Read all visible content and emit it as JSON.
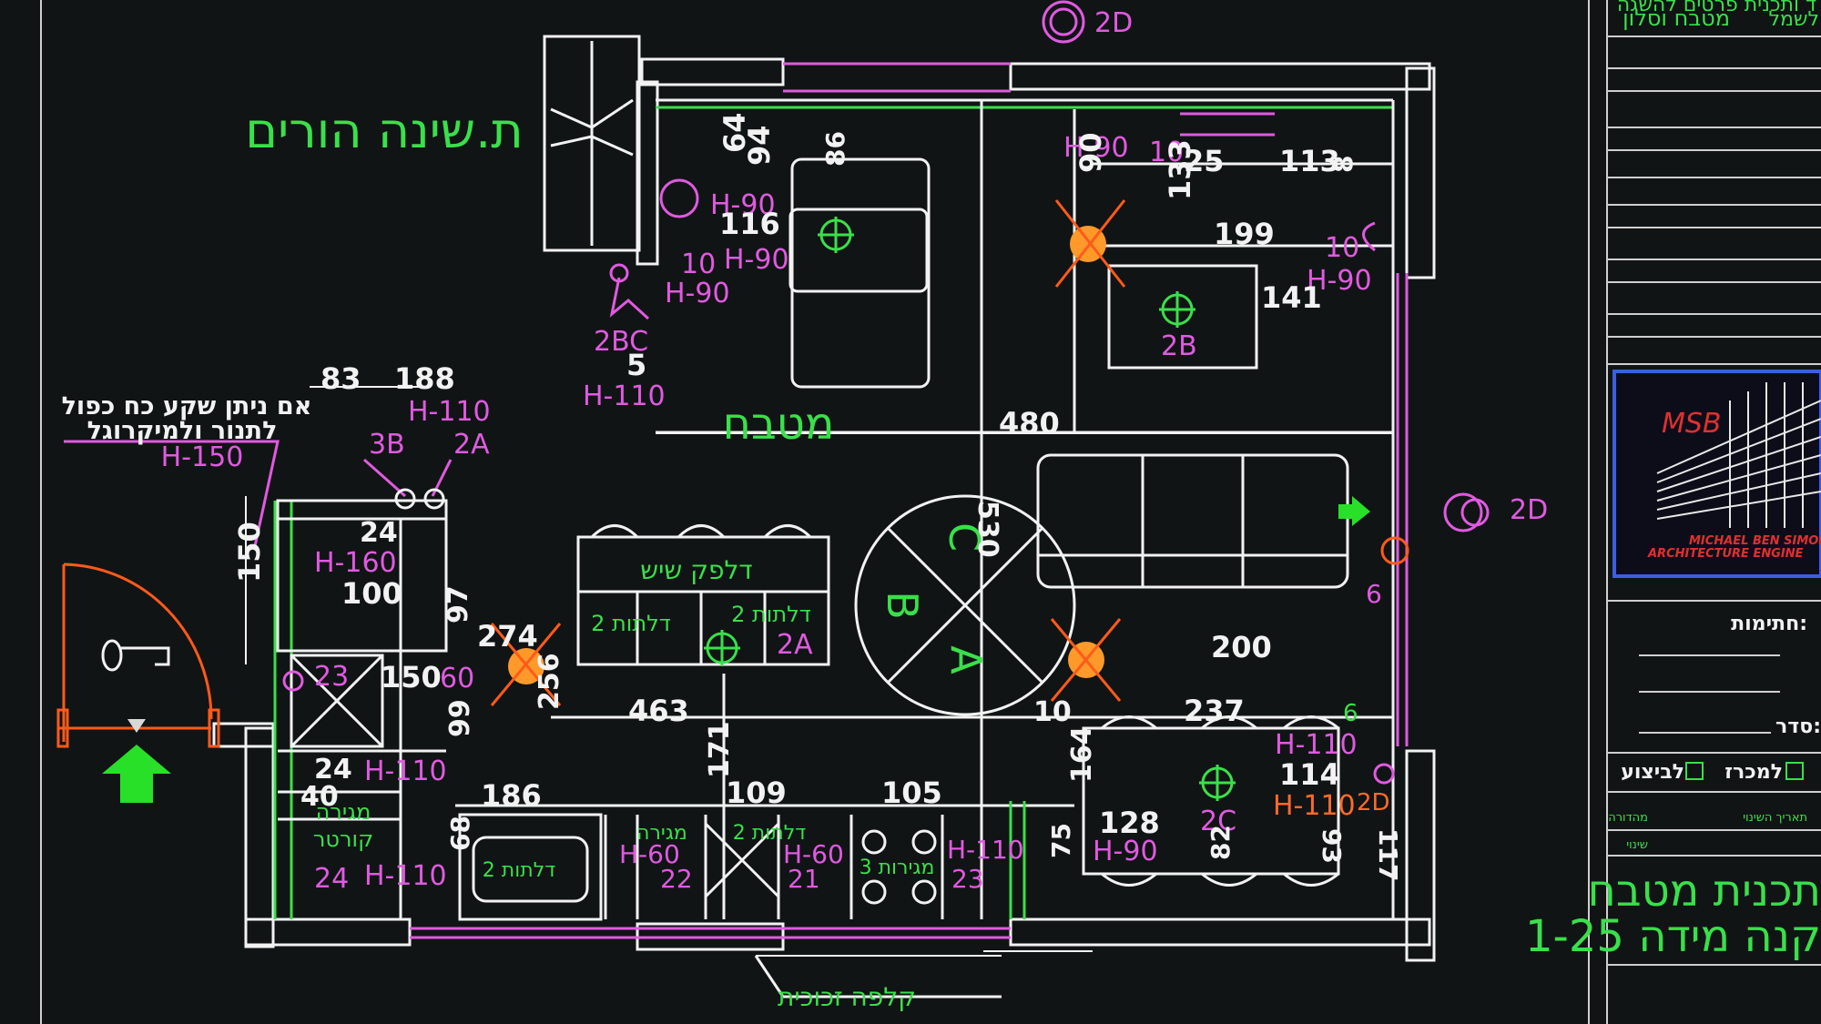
{
  "colors": {
    "background": "#111415",
    "white": "#f2f2f2",
    "magenta": "#e05ae0",
    "green": "#39e04a",
    "orange": "#ff6a2a",
    "blue": "#3a5fe0"
  },
  "rooms": {
    "parents_bedroom": "ת.שינה הורים",
    "kitchen": "מטבח"
  },
  "notes": {
    "oven_line1": "אם ניתן שקע כח כפול",
    "oven_line2": "לתנור ולמיקרוגל",
    "oven_height": "H-150",
    "glass_partition": "קלפה זכוכית"
  },
  "cabinets": {
    "fake_shelf": "דלפק שיש",
    "doors2_a": "2 דלתות",
    "doors2_b": "2 דלתות",
    "doors2_sink": "2 דלתות",
    "doors2_lower": "2 דלתות",
    "drawers": "מגירה",
    "drawers3": "3 מגירות",
    "drawers_left": "מגירה",
    "counter_left": "קורטר"
  },
  "labels": {
    "2d_top": "2D",
    "2d_right": "2D",
    "2d_bottom": "2D",
    "2bc": "2BC",
    "2b": "2B",
    "3b": "3B",
    "2a": "2A",
    "2a_b": "2A",
    "2c": "2C",
    "circle_a": "A",
    "circle_b": "B",
    "circle_c": "C"
  },
  "heights": {
    "h90_a": "H-90",
    "h90_b": "H-90",
    "h90_c": "H-90",
    "h90_d": "H-90",
    "h90_e": "H-90",
    "h90_f": "H-90",
    "h110_a": "H-110",
    "h110_b": "H-110",
    "h110_c": "H-110",
    "h110_d": "H-110",
    "h110_e": "H-110",
    "h110_f": "H-110",
    "h110_g": "H-110",
    "h160": "H-160",
    "h60_a": "H-60",
    "h60_b": "H-60"
  },
  "dimensions": {
    "d64": "64",
    "d94": "94",
    "d116": "116",
    "d86": "86",
    "d10a": "10",
    "d5": "5",
    "d90": "90",
    "d10b": "10",
    "d25": "25",
    "d113": "113",
    "d8": "8",
    "d133": "133",
    "d199": "199",
    "d10c": "10",
    "d141": "141",
    "d83": "83",
    "d188": "188",
    "d480": "480",
    "d150": "150",
    "d24a": "24",
    "d100": "100",
    "d97": "97",
    "d274": "274",
    "d23": "23",
    "d150b": "150",
    "d60": "60",
    "d530": "530",
    "d256": "256",
    "d463": "463",
    "d6": "6",
    "d200": "200",
    "d10d": "10",
    "d237": "237",
    "d6b": "6",
    "d99": "99",
    "d24b": "24",
    "d40": "40",
    "d186": "186",
    "d171": "171",
    "d109": "109",
    "d105": "105",
    "d164": "164",
    "d114": "114",
    "d128": "128",
    "d117": "117",
    "d93": "93",
    "d68": "68",
    "d24c": "24",
    "d22": "22",
    "d21": "21",
    "d23b": "23",
    "d75": "75",
    "d82": "82"
  },
  "title_block": {
    "header_line1": "ד ותכנית פרטים להשגה",
    "header_line2": "מטבח וסלון",
    "header_right": "לשמל",
    "logo_letters": "MSB",
    "logo_name": "MICHAEL BEN SIMON",
    "logo_sub": "ARCHITECTURE ENGINE",
    "signatures": "חתימות:",
    "order": "סדר:",
    "for_execution": "לביצוע",
    "for_tender": "למכרז",
    "col_date": "תאריך השינוי",
    "col_num": "מהדורה",
    "col_change": "שינוי",
    "sheet_title": "תכנית מטבח",
    "scale": "קנה מידה 1-25"
  }
}
